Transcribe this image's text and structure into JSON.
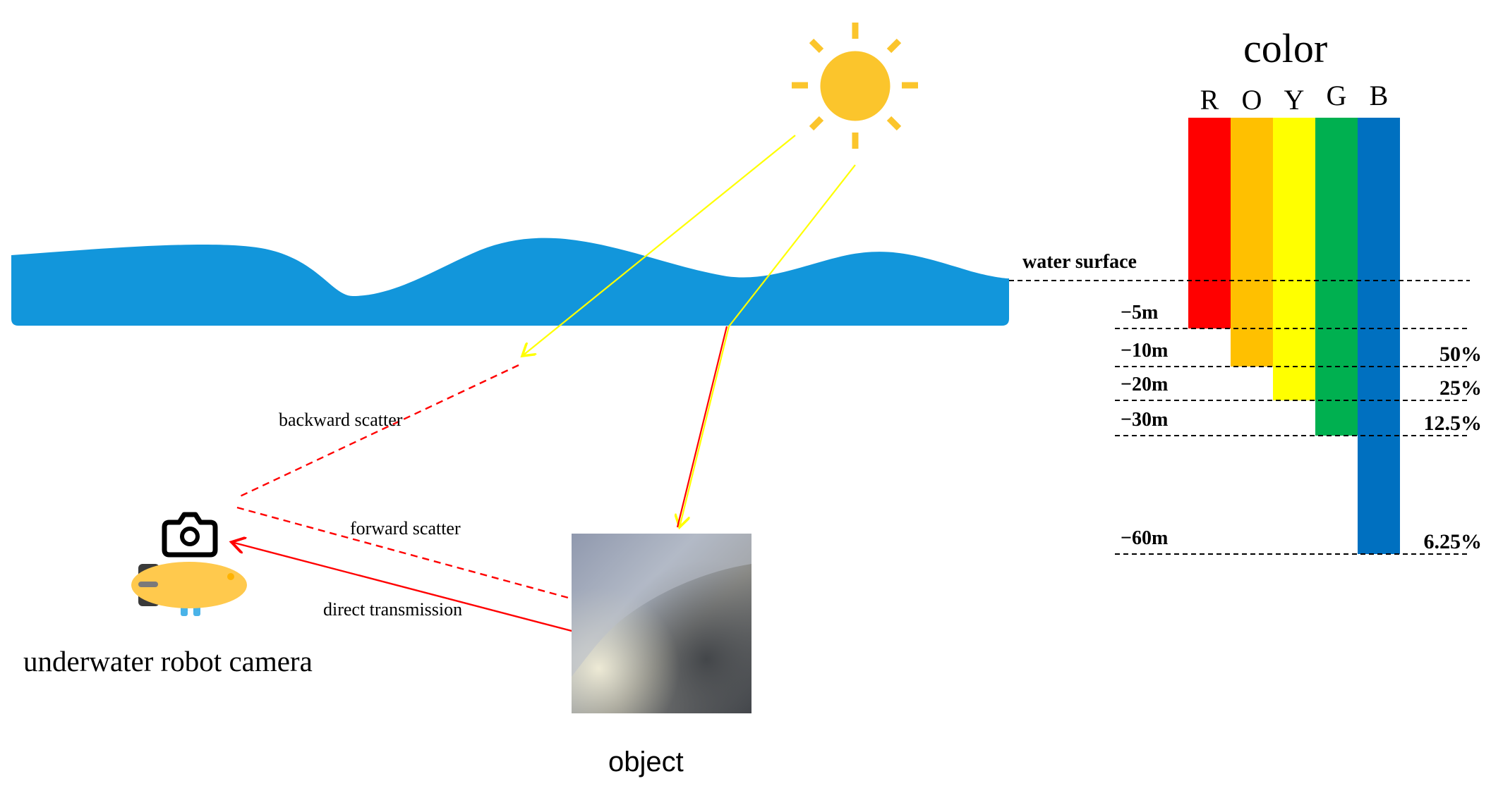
{
  "labels": {
    "backward_scatter": "backward scatter",
    "forward_scatter": "forward scatter",
    "direct_transmission": "direct transmission",
    "camera": "underwater robot camera",
    "object": "object",
    "water_surface": "water surface",
    "color_title": "color"
  },
  "color_bars": [
    {
      "letter": "R",
      "color": "#ff0000",
      "depth_m": 5
    },
    {
      "letter": "O",
      "color": "#ffc000",
      "depth_m": 10
    },
    {
      "letter": "Y",
      "color": "#ffff00",
      "depth_m": 20
    },
    {
      "letter": "G",
      "color": "#00b050",
      "depth_m": 30
    },
    {
      "letter": "B",
      "color": "#0070c0",
      "depth_m": 60
    }
  ],
  "depth_levels": [
    {
      "label": "−5m",
      "percent": ""
    },
    {
      "label": "−10m",
      "percent": "50%"
    },
    {
      "label": "−20m",
      "percent": "25%"
    },
    {
      "label": "−30m",
      "percent": "12.5%"
    },
    {
      "label": "−60m",
      "percent": "6.25%"
    }
  ],
  "colors": {
    "water": "#1296db",
    "sun": "#fbc52c",
    "sunlight_ray": "#ffff00",
    "scatter_ray": "#ff0000",
    "robot_body": "#ffc94d"
  }
}
